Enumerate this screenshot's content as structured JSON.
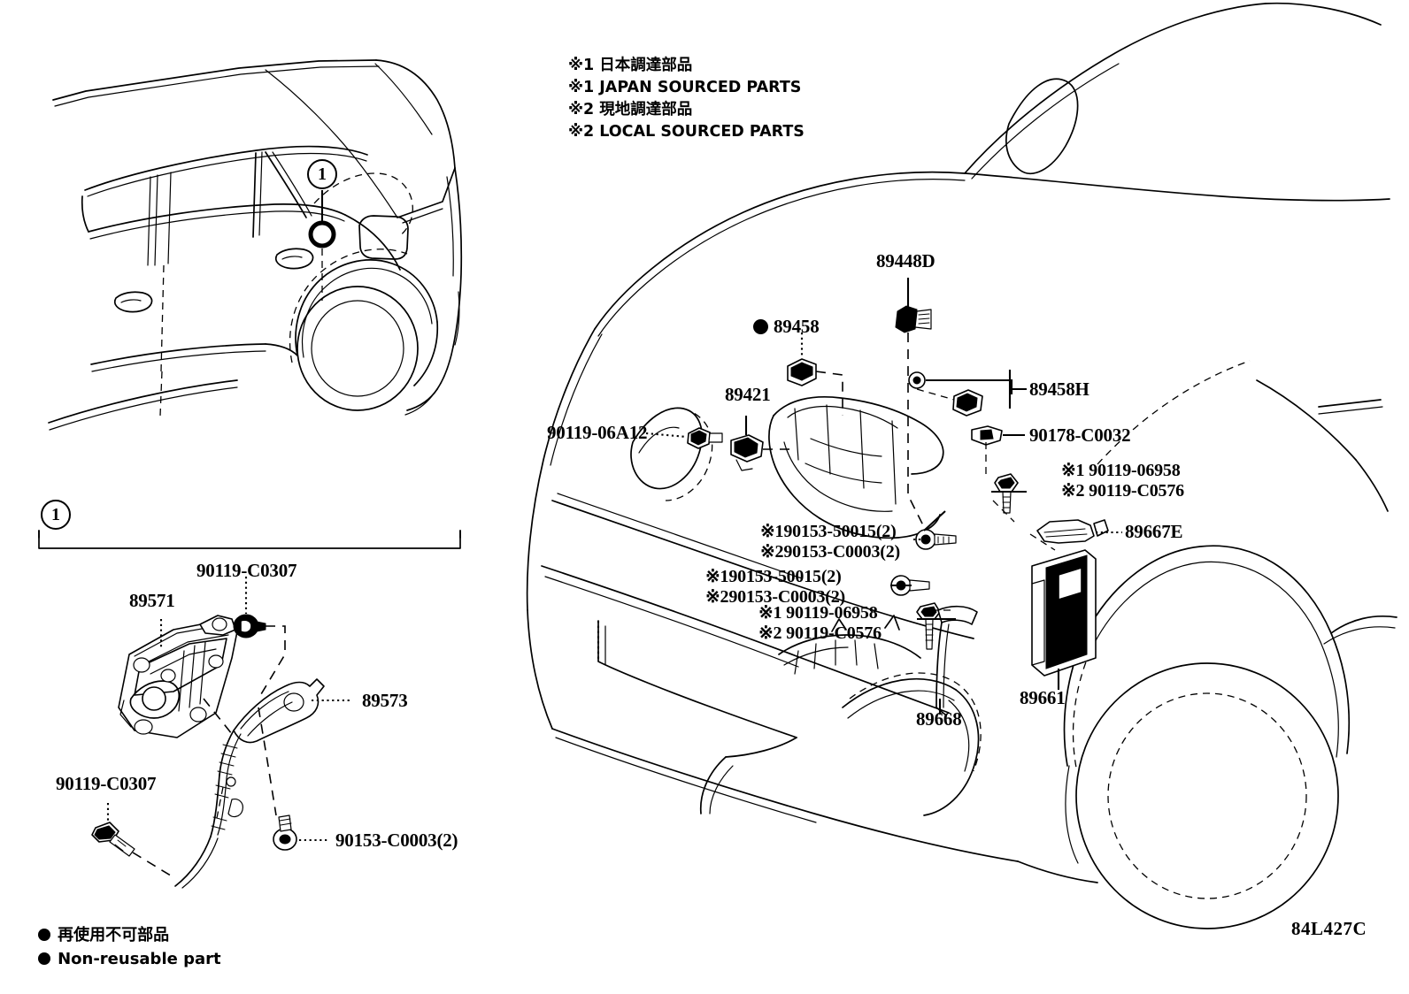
{
  "diagram": {
    "code": "84L427C",
    "callout_number": "1"
  },
  "notes": {
    "line1_jp": "※1 日本調達部品",
    "line1_en": "※1 JAPAN SOURCED PARTS",
    "line2_jp": "※2 現地調達部品",
    "line2_en": "※2 LOCAL SOURCED PARTS"
  },
  "legend": {
    "jp": "再使用不可部品",
    "en": "Non-reusable part"
  },
  "main_labels": [
    {
      "id": "89448D",
      "text": "89448D"
    },
    {
      "id": "89458",
      "text": "89458"
    },
    {
      "id": "89458H",
      "text": "89458H"
    },
    {
      "id": "89421",
      "text": "89421"
    },
    {
      "id": "90119-06A12",
      "text": "90119-06A12"
    },
    {
      "id": "90178-C0032",
      "text": "90178-C0032"
    },
    {
      "id": "89667E",
      "text": "89667E"
    },
    {
      "id": "89661",
      "text": "89661"
    },
    {
      "id": "89668",
      "text": "89668"
    }
  ],
  "main_label_groups": [
    {
      "id": "grp-right-clip",
      "lines": [
        "※1 90119-06958",
        "※2 90119-C0576"
      ]
    },
    {
      "id": "grp-center-up",
      "lines": [
        "※190153-50015(2)",
        "※290153-C0003(2)"
      ]
    },
    {
      "id": "grp-center-low",
      "lines": [
        "※190153-50015(2)",
        "※290153-C0003(2)"
      ]
    },
    {
      "id": "grp-center-bolt",
      "lines": [
        "※1 90119-06958",
        "※2 90119-C0576"
      ]
    }
  ],
  "detail_labels": [
    {
      "id": "90119-C0307-top",
      "text": "90119-C0307"
    },
    {
      "id": "89571",
      "text": "89571"
    },
    {
      "id": "89573",
      "text": "89573"
    },
    {
      "id": "90119-C0307-bottom",
      "text": "90119-C0307"
    },
    {
      "id": "90153-C0003",
      "text": "90153-C0003(2)"
    }
  ]
}
